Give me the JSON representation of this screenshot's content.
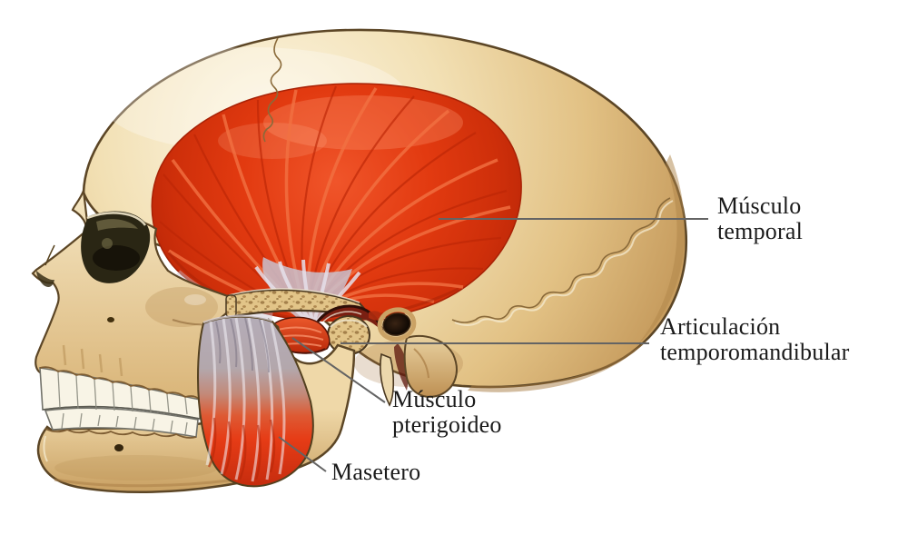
{
  "diagram": {
    "labels": {
      "musculo_temporal": {
        "line1": "Músculo",
        "line2": "temporal"
      },
      "articulacion_temporomandibular": {
        "line1": "Articulación",
        "line2": "temporomandibular"
      },
      "musculo_pterigoideo": {
        "line1": "Músculo",
        "line2": "pterigoideo"
      },
      "masetero": {
        "text": "Masetero"
      }
    },
    "colors": {
      "background": "#ffffff",
      "label_text": "#1b1b1b",
      "leader_line": "#646464",
      "muscle_red": "#e23a10",
      "muscle_red_dark": "#bc2606",
      "muscle_highlight": "#f27142",
      "tendon_gray": "#b2aab5",
      "bone_light": "#f7eccd",
      "bone_mid": "#e5c78f",
      "bone_shadow": "#c2975c",
      "bone_outline": "#5c4626",
      "eye_socket": "#2a2614",
      "trabecular_dot": "#8a6430"
    }
  }
}
